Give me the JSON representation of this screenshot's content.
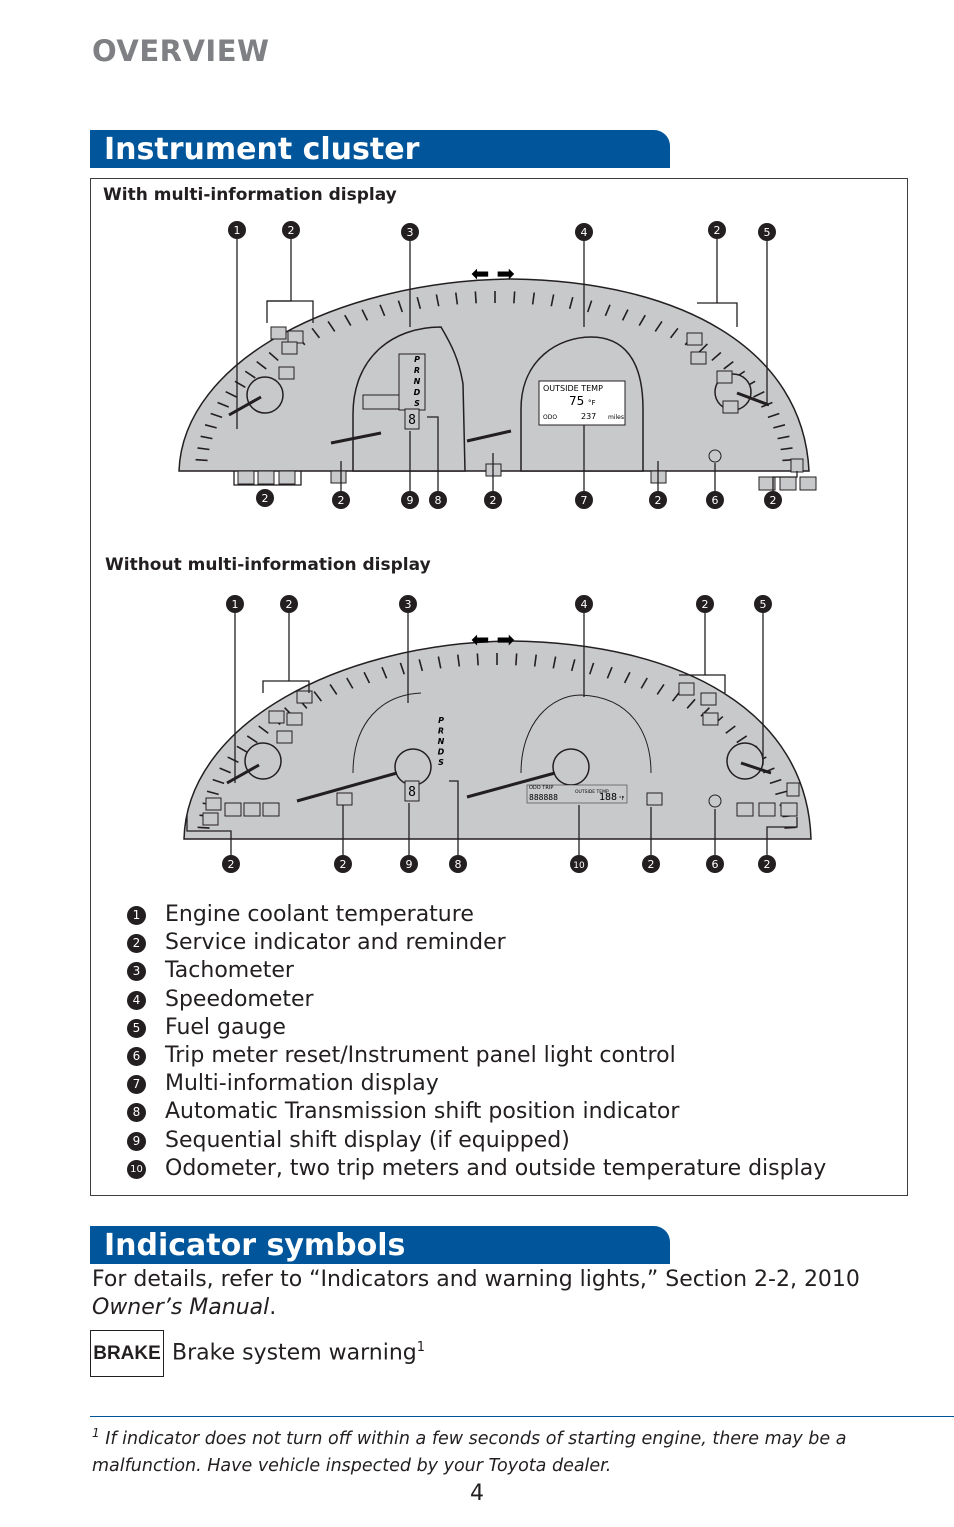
{
  "header": {
    "overview": "OVERVIEW"
  },
  "sections": {
    "cluster_title": "Instrument cluster",
    "indicator_title": "Indicator symbols"
  },
  "diagram1": {
    "subtitle": "With multi-information display",
    "top_callouts": [
      "1",
      "2",
      "3",
      "4",
      "2",
      "5"
    ],
    "bottom_callouts": [
      "2",
      "2",
      "9",
      "8",
      "2",
      "7",
      "2",
      "6",
      "2"
    ],
    "display_label": "OUTSIDE TEMP",
    "display_temp": "75",
    "display_unit": "°F",
    "display_odo": "ODO",
    "display_miles_value": "237",
    "display_miles": "miles",
    "shift_letters": [
      "P",
      "R",
      "N",
      "D",
      "S"
    ],
    "shift_digit": "8"
  },
  "diagram2": {
    "subtitle": "Without multi-information display",
    "top_callouts": [
      "1",
      "2",
      "3",
      "4",
      "2",
      "5"
    ],
    "bottom_callouts": [
      "2",
      "2",
      "9",
      "8",
      "10",
      "2",
      "6",
      "2"
    ],
    "shift_letters": [
      "P",
      "R",
      "N",
      "D",
      "S"
    ],
    "shift_digit": "8",
    "odo_label": "ODO TRIP",
    "odo_digits": "888888",
    "outside_label": "OUTSIDE TEMP",
    "temp_digits": "188",
    "temp_unit": "°F"
  },
  "legend": [
    {
      "num": "1",
      "text": "Engine coolant temperature"
    },
    {
      "num": "2",
      "text": "Service indicator and reminder"
    },
    {
      "num": "3",
      "text": "Tachometer"
    },
    {
      "num": "4",
      "text": "Speedometer"
    },
    {
      "num": "5",
      "text": "Fuel gauge"
    },
    {
      "num": "6",
      "text": "Trip meter reset/Instrument panel light control"
    },
    {
      "num": "7",
      "text": "Multi-information display"
    },
    {
      "num": "8",
      "text": "Automatic Transmission shift position indicator"
    },
    {
      "num": "9",
      "text": "Sequential shift display (if equipped)"
    },
    {
      "num": "10",
      "text": "Odometer, two trip meters and outside temperature display"
    }
  ],
  "indicator": {
    "description": "For details, refer to “Indicators and warning lights,” Section 2-2, 2010",
    "manual": "Owner’s Manual",
    "period": ".",
    "brake_symbol": "BRAKE",
    "brake_text": "Brake system warning",
    "brake_sup": "1"
  },
  "footnote": {
    "marker": "1",
    "text": "If indicator does not turn off within a few seconds of starting engine, there may be a malfunction. Have vehicle inspected by your Toyota dealer."
  },
  "page_number": "4",
  "colors": {
    "brand_blue": "#00559b",
    "cluster_fill": "#c8c9cb",
    "callout": "#231f20"
  }
}
